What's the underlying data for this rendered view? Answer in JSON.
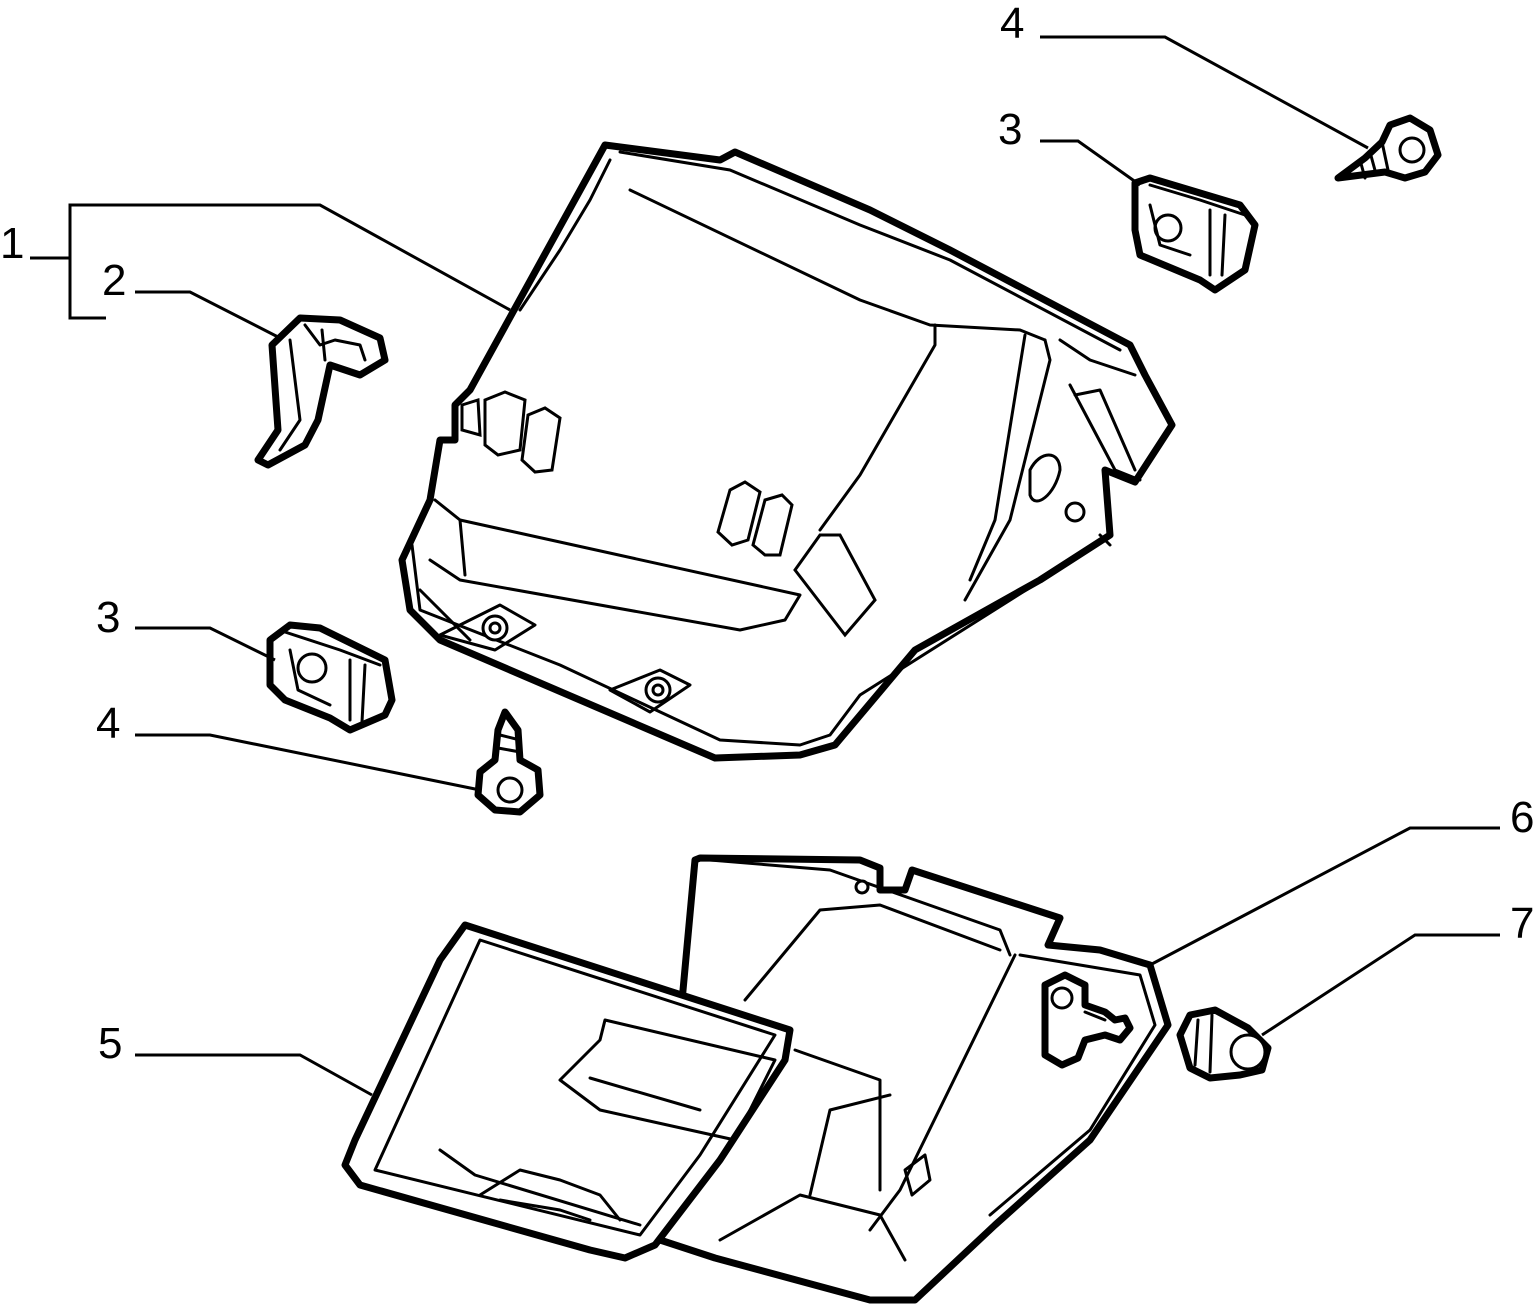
{
  "diagram": {
    "background_color": "#ffffff",
    "line_color": "#000000",
    "callouts": [
      {
        "id": "c1",
        "label": "1",
        "part": "glove-box-housing"
      },
      {
        "id": "c2",
        "label": "2",
        "part": "latch-bracket"
      },
      {
        "id": "c3a",
        "label": "3",
        "part": "clip-nut"
      },
      {
        "id": "c3b",
        "label": "3",
        "part": "clip-nut"
      },
      {
        "id": "c4a",
        "label": "4",
        "part": "screw"
      },
      {
        "id": "c4b",
        "label": "4",
        "part": "screw"
      },
      {
        "id": "c5",
        "label": "5",
        "part": "glove-box-lid"
      },
      {
        "id": "c6",
        "label": "6",
        "part": "hinge-pin"
      },
      {
        "id": "c7",
        "label": "7",
        "part": "bump-stop"
      }
    ]
  }
}
